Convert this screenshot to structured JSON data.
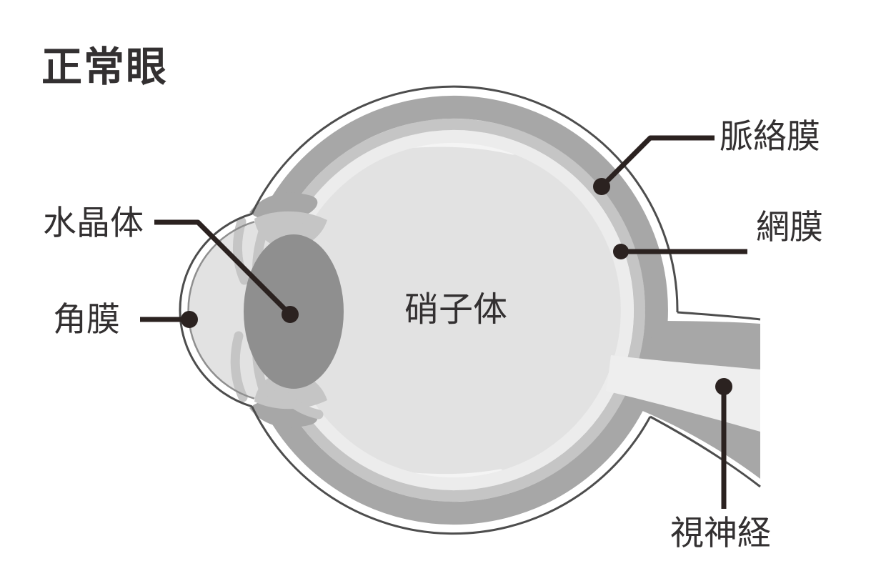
{
  "title": "正常眼",
  "labels": {
    "lens": {
      "text": "水晶体"
    },
    "cornea": {
      "text": "角膜"
    },
    "choroid": {
      "text": "脈絡膜"
    },
    "retina": {
      "text": "網膜"
    },
    "optic_nerve": {
      "text": "視神経"
    },
    "vitreous": {
      "text": "硝子体"
    }
  },
  "colors": {
    "background": "#ffffff",
    "outline": "#4d4d4d",
    "inner_cornea_line": "#8f8f8f",
    "choroid_band": "#a7a7a7",
    "retina_band": "#c5c5c5",
    "inner_light_band": "#ececec",
    "vitreous_fill": "#e2e2e2",
    "highlight": "#f4f4f4",
    "lens_fill": "#8f8f8f",
    "ciliary": "#c5c5c5",
    "nerve_core": "#eeeeee",
    "leader_line": "#2b2220",
    "text": "#333031"
  }
}
